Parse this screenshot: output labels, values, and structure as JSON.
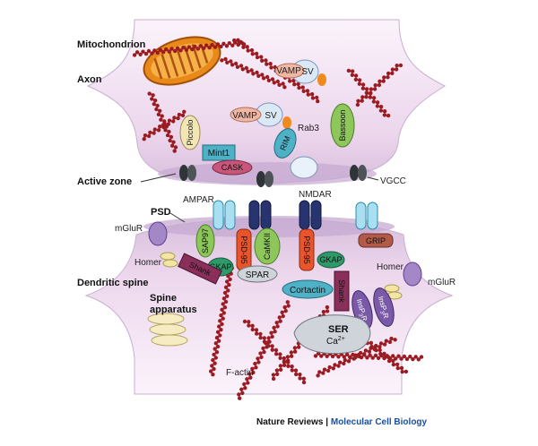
{
  "sections": {
    "mitochondrion": "Mitochondrion",
    "axon": "Axon",
    "active_zone": "Active zone",
    "psd": "PSD",
    "dendritic_spine": "Dendritic spine",
    "spine_apparatus_1": "Spine",
    "spine_apparatus_2": "apparatus"
  },
  "proteins": {
    "vamp": "VAMP",
    "sv": "SV",
    "rab3": "Rab3",
    "piccolo": "Piccolo",
    "mint1": "Mint1",
    "cask": "CASK",
    "rim": "RIM",
    "bassoon": "Bassoon",
    "vgcc": "VGCC",
    "ampar": "AMPAR",
    "nmdar": "NMDAR",
    "mglur": "mGluR",
    "homer": "Homer",
    "sap97": "SAP97",
    "psd95": "PSD-95",
    "camkii": "CaMKII",
    "grip": "GRIP",
    "gkap": "GKAP",
    "shank": "Shank",
    "spar": "SPAR",
    "cortactin": "Cortactin",
    "insp3r_base": "InsP",
    "insp3r_sub": "3",
    "insp3r_end": "R",
    "ser": "SER",
    "ca_base": "Ca",
    "ca_sup": "2+",
    "factin": "F-actin"
  },
  "credit": {
    "publisher": "Nature Reviews",
    "separator": "|",
    "journal": "Molecular Cell Biology"
  },
  "colors": {
    "membrane_fill": "#ecd8ec",
    "membrane_edge": "#b79ac2",
    "cleft": "#5a4a9a",
    "actin": "#9a1c22",
    "vesicle": "#e6f0fb",
    "journal": "#1a4f9c"
  }
}
